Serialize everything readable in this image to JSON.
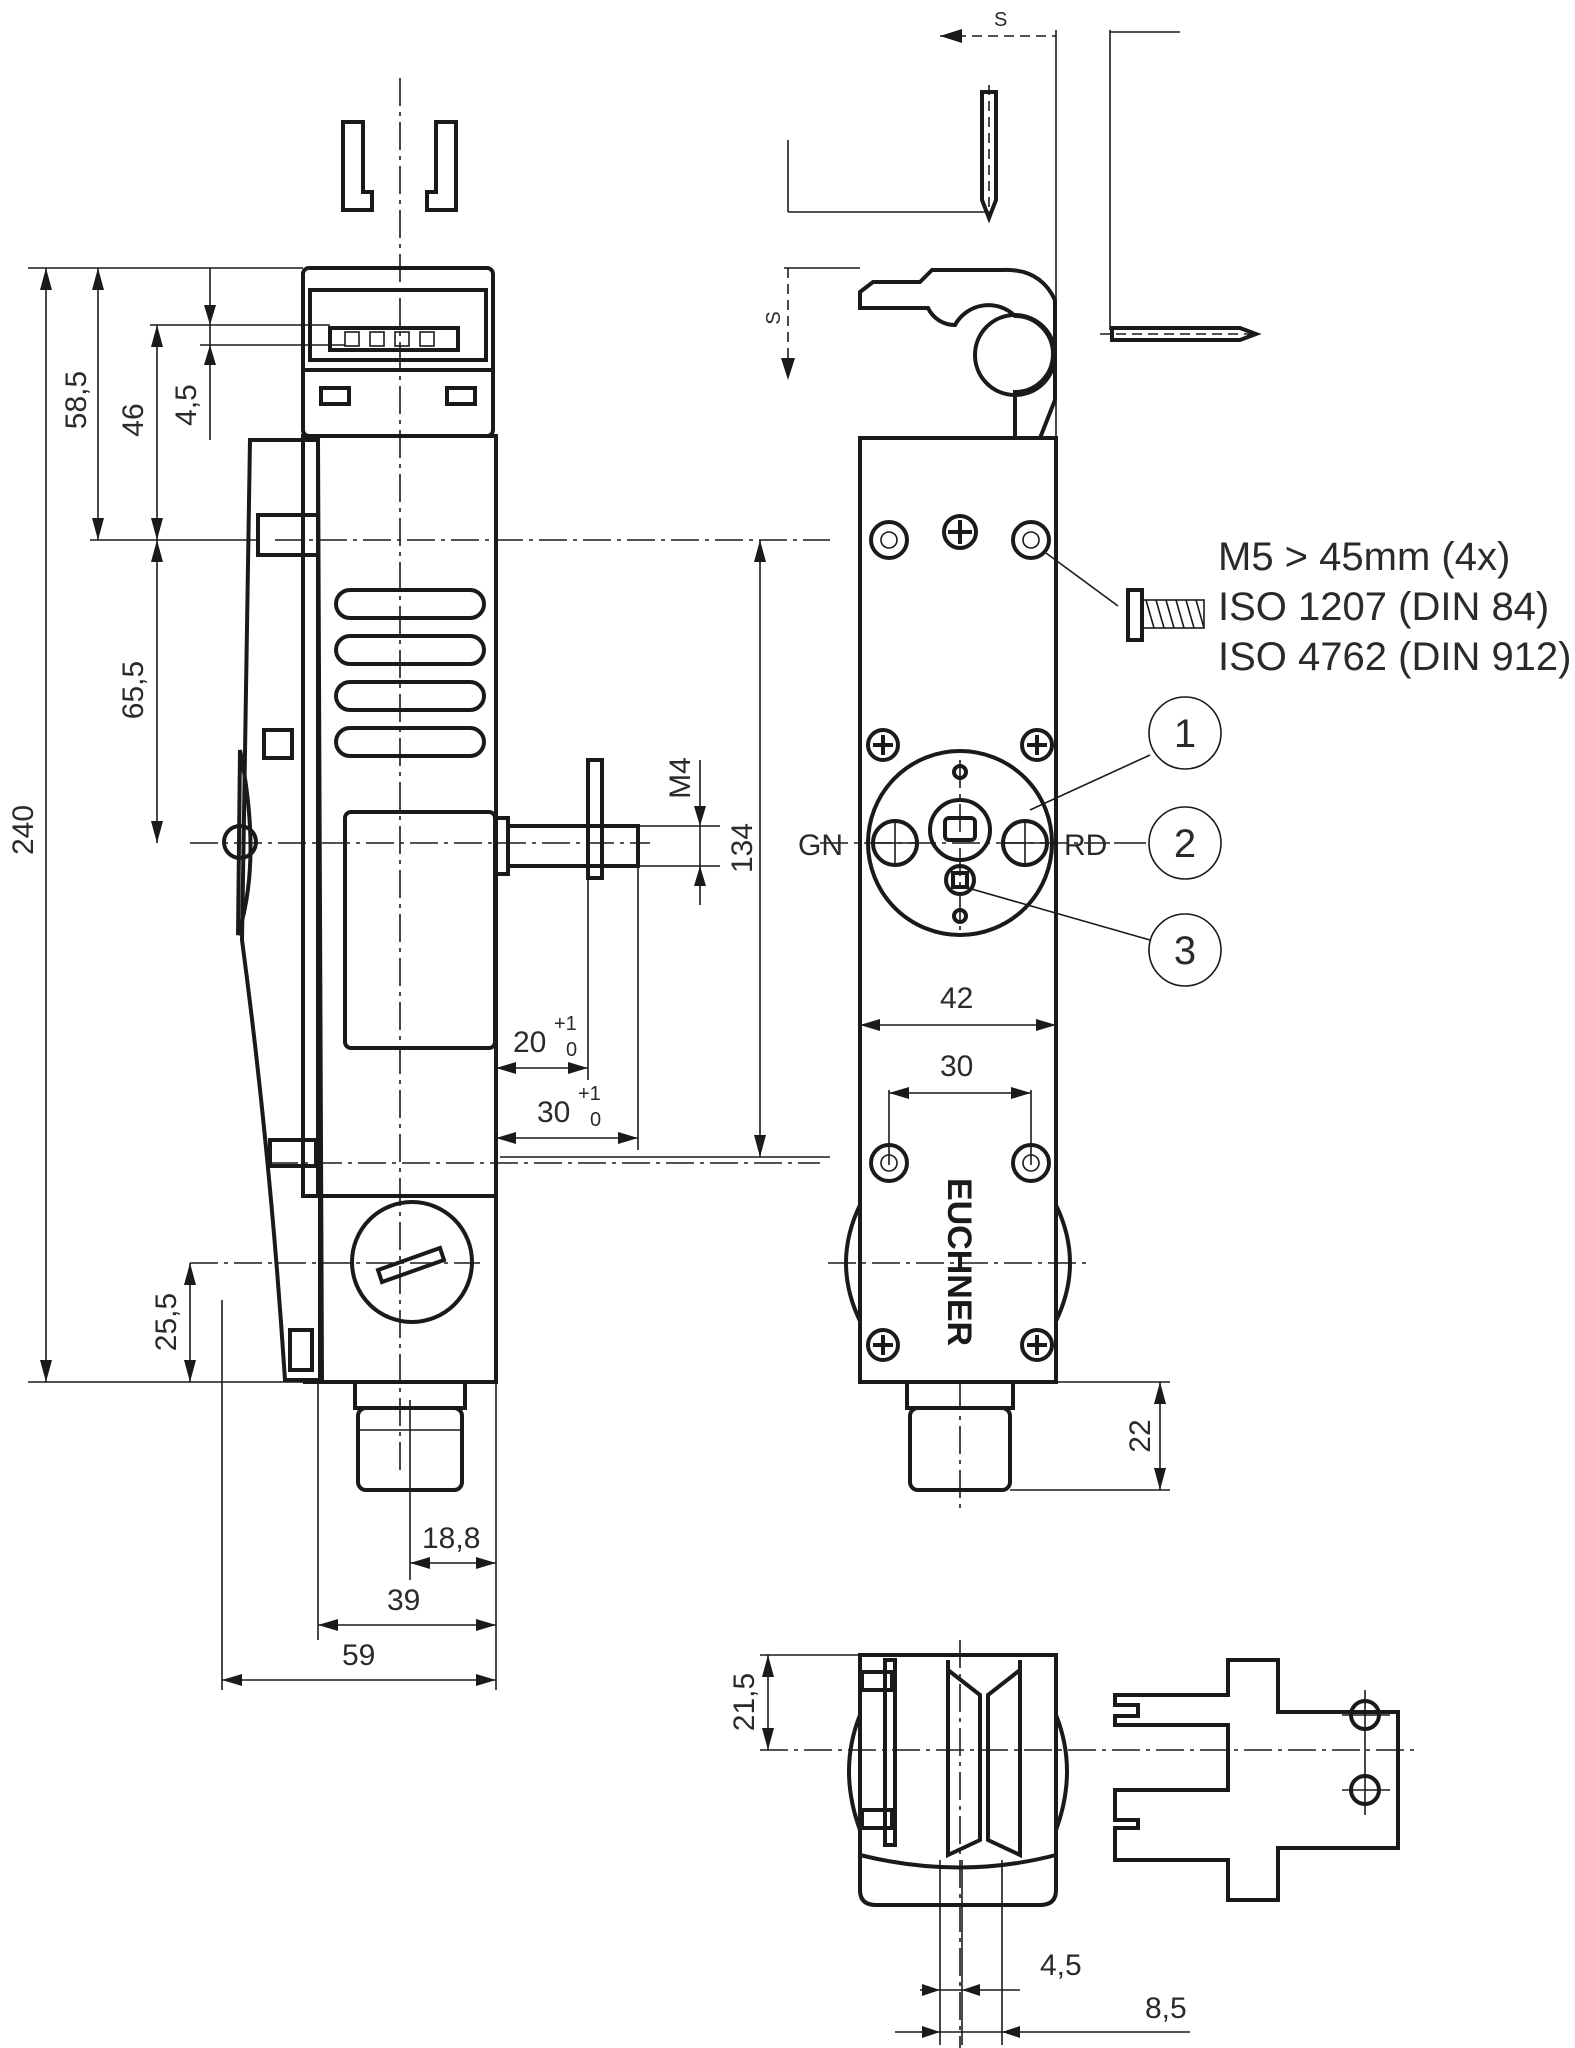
{
  "dimensions": {
    "d240": "240",
    "d58_5": "58,5",
    "d46": "46",
    "d4_5_top": "4,5",
    "d65_5": "65,5",
    "d134": "134",
    "m4": "M4",
    "d20": "20",
    "d30_left": "30",
    "tol_plus": "+1",
    "tol_zero": "0",
    "d25_5": "25,5",
    "d18_8": "18,8",
    "d39": "39",
    "d59": "59",
    "d42": "42",
    "d30_front": "30",
    "d22": "22",
    "d21_5": "21,5",
    "d4_5_bottom": "4,5",
    "d8_5": "8,5",
    "s_top": "S",
    "s_side": "S"
  },
  "screw_note": {
    "line1": "M5 > 45mm (4x)",
    "line2": "ISO 1207 (DIN 84)",
    "line3": "ISO 4762 (DIN 912)"
  },
  "led_labels": {
    "left": "GN",
    "right": "RD"
  },
  "callouts": [
    "1",
    "2",
    "3"
  ],
  "brand": "EUCHNER",
  "icons": [
    "actuator-tongue-icon",
    "screw-icon",
    "key-lock-icon",
    "cable-gland-icon"
  ]
}
